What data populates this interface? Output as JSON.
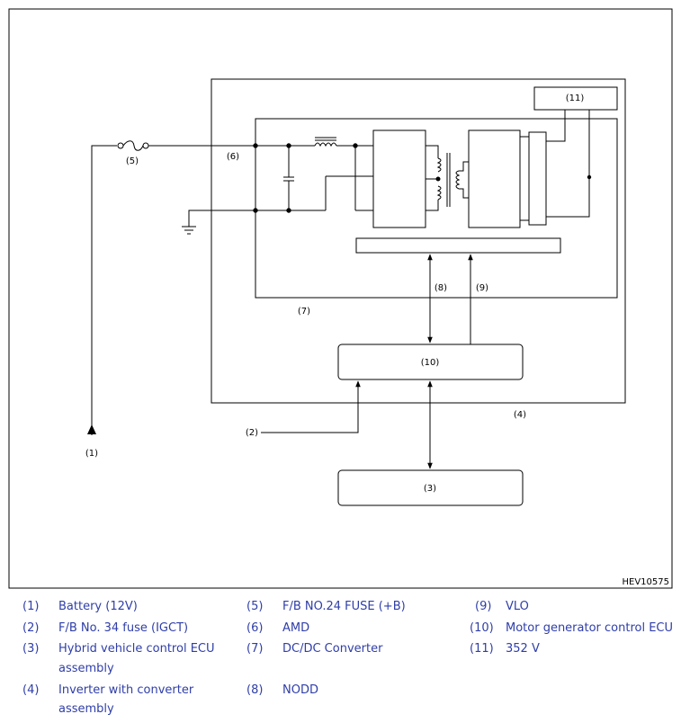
{
  "diagram": {
    "code": "HEV10575",
    "callouts": {
      "c1": "(1)",
      "c2": "(2)",
      "c3": "(3)",
      "c4": "(4)",
      "c5": "(5)",
      "c6": "(6)",
      "c7": "(7)",
      "c8": "(8)",
      "c9": "(9)",
      "c10": "(10)",
      "c11": "(11)"
    }
  },
  "legend": {
    "items": [
      {
        "num": "(1)",
        "text": "Battery (12V)"
      },
      {
        "num": "(2)",
        "text": "F/B No. 34 fuse (IGCT)"
      },
      {
        "num": "(3)",
        "text": "Hybrid vehicle control ECU"
      },
      {
        "num": "",
        "text": "assembly"
      },
      {
        "num": "(4)",
        "text": "Inverter with converter"
      },
      {
        "num": "",
        "text": "assembly"
      },
      {
        "num": "(5)",
        "text": "F/B NO.24 FUSE (+B)"
      },
      {
        "num": "(6)",
        "text": "AMD"
      },
      {
        "num": "(7)",
        "text": "DC/DC Converter"
      },
      {
        "num": "(8)",
        "text": "NODD"
      },
      {
        "num": "(9)",
        "text": "VLO"
      },
      {
        "num": "(10)",
        "text": "Motor generator control ECU"
      },
      {
        "num": "(11)",
        "text": "352 V"
      }
    ]
  }
}
